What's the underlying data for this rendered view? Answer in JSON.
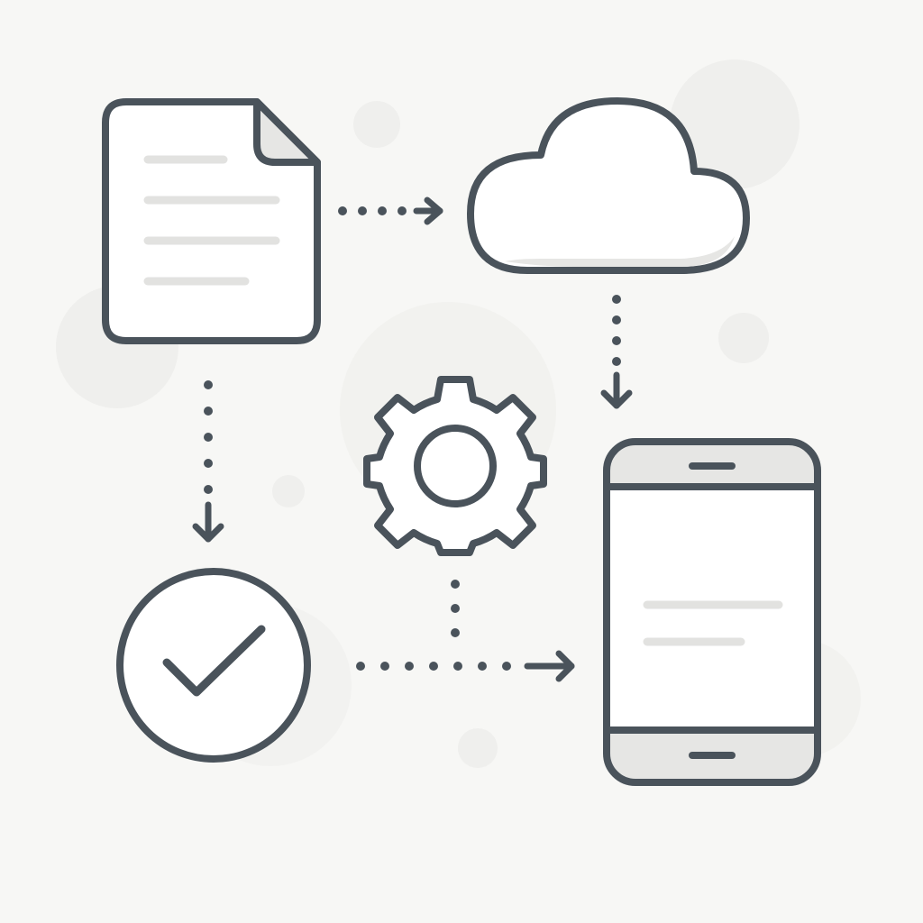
{
  "diagram": {
    "nodes": [
      {
        "id": "document",
        "icon": "document-icon"
      },
      {
        "id": "cloud",
        "icon": "cloud-icon"
      },
      {
        "id": "settings",
        "icon": "gear-icon"
      },
      {
        "id": "verified",
        "icon": "checkmark-circle-icon"
      },
      {
        "id": "mobile",
        "icon": "smartphone-icon"
      }
    ],
    "connections": [
      {
        "from": "document",
        "to": "cloud",
        "style": "dotted-arrow"
      },
      {
        "from": "cloud",
        "to": "mobile",
        "style": "dotted-arrow"
      },
      {
        "from": "document",
        "to": "verified",
        "style": "dotted-arrow"
      },
      {
        "from": "verified",
        "to": "mobile",
        "style": "dotted-arrow"
      },
      {
        "from": "settings",
        "to": "verified-to-mobile-path",
        "style": "dotted-line"
      }
    ]
  },
  "colors": {
    "background": "#f7f7f5",
    "stroke": "#4a535b",
    "fill": "#ffffff",
    "accent_fill": "#e6e6e4",
    "text_lines": "#e2e2e0",
    "decor_circles": "#efefed"
  }
}
